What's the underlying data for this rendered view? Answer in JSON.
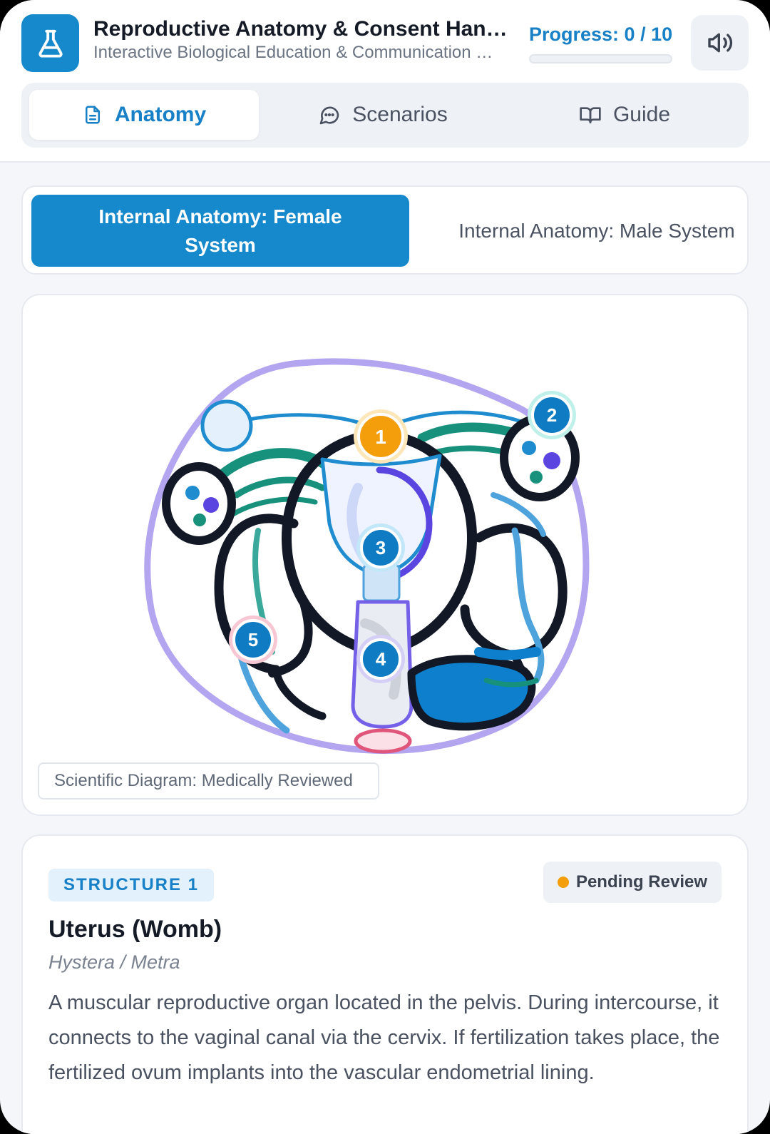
{
  "header": {
    "title": "Reproductive Anatomy & Consent Han…",
    "subtitle": "Interactive Biological Education & Communication …",
    "progress_label": "Progress: 0 / 10",
    "progress_value": 0,
    "progress_total": 10
  },
  "tabs": [
    {
      "label": "Anatomy",
      "icon": "document-icon",
      "active": true
    },
    {
      "label": "Scenarios",
      "icon": "chat-bubble-icon",
      "active": false
    },
    {
      "label": "Guide",
      "icon": "open-book-icon",
      "active": false
    }
  ],
  "segments": {
    "female": "Internal Anatomy: Female System",
    "male": "Internal Anatomy: Male System",
    "active": "female"
  },
  "diagram": {
    "caption": "Scientific Diagram: Medically Reviewed",
    "markers": [
      "1",
      "2",
      "3",
      "4",
      "5"
    ],
    "marker_active": "1"
  },
  "structure": {
    "badge": "STRUCTURE 1",
    "status": "Pending Review",
    "name": "Uterus (Womb)",
    "alt_name": "Hystera / Metra",
    "description": "A muscular reproductive organ located in the pelvis. During intercourse, it connects to the vaginal canal via the cervix. If fertilization takes place, the fertilized ovum implants into the vascular endometrial lining."
  },
  "colors": {
    "primary": "#1689cc",
    "active_marker": "#f59e0b",
    "status_pending": "#f59e0b",
    "outline": "#121826",
    "teal": "#17917c",
    "violet": "#5b45e0",
    "lavender": "#b3a5ef",
    "pink": "#e0567a"
  }
}
